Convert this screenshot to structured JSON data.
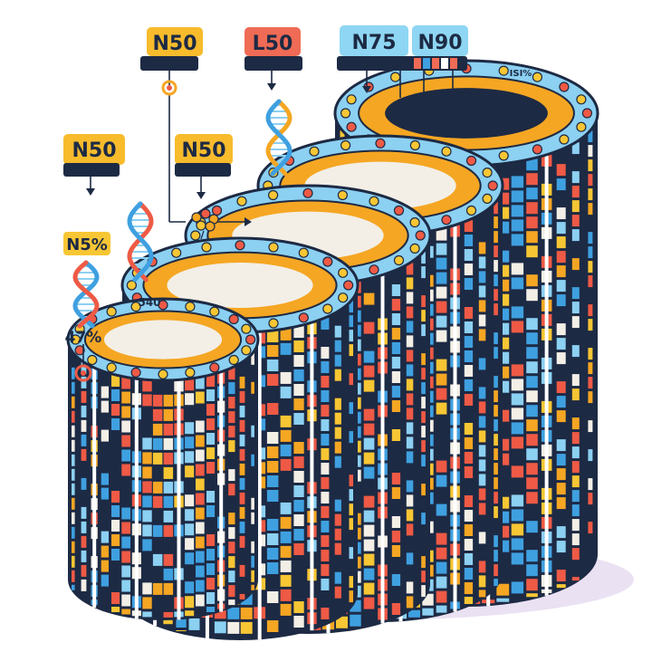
{
  "labels": {
    "top_n50": "N50",
    "l50": "L50",
    "n75": "N75",
    "n90": "N90",
    "left_n50": "N50",
    "mid_n50": "N50",
    "n5pct": "N5%",
    "pct47": "47%",
    "num540": "540",
    "small_mark": "ISI%"
  },
  "colors": {
    "background": "#ffffff",
    "navy": "#1d2a44",
    "blue": "#3fa0e0",
    "light_blue": "#8cd0f2",
    "orange": "#f5a623",
    "yellow": "#f7c634",
    "red": "#ee5a45",
    "cream": "#f3efe6",
    "white": "#ffffff",
    "shadow": "#d9c9ea",
    "tag_yellow": "#f7bb2c",
    "tag_red": "#ef6b55",
    "tag_blue": "#8ed6f3"
  },
  "icons": [
    "dna-helix-icon",
    "molecule-cluster-icon",
    "pin-marker-icon",
    "arrow-down-icon"
  ]
}
